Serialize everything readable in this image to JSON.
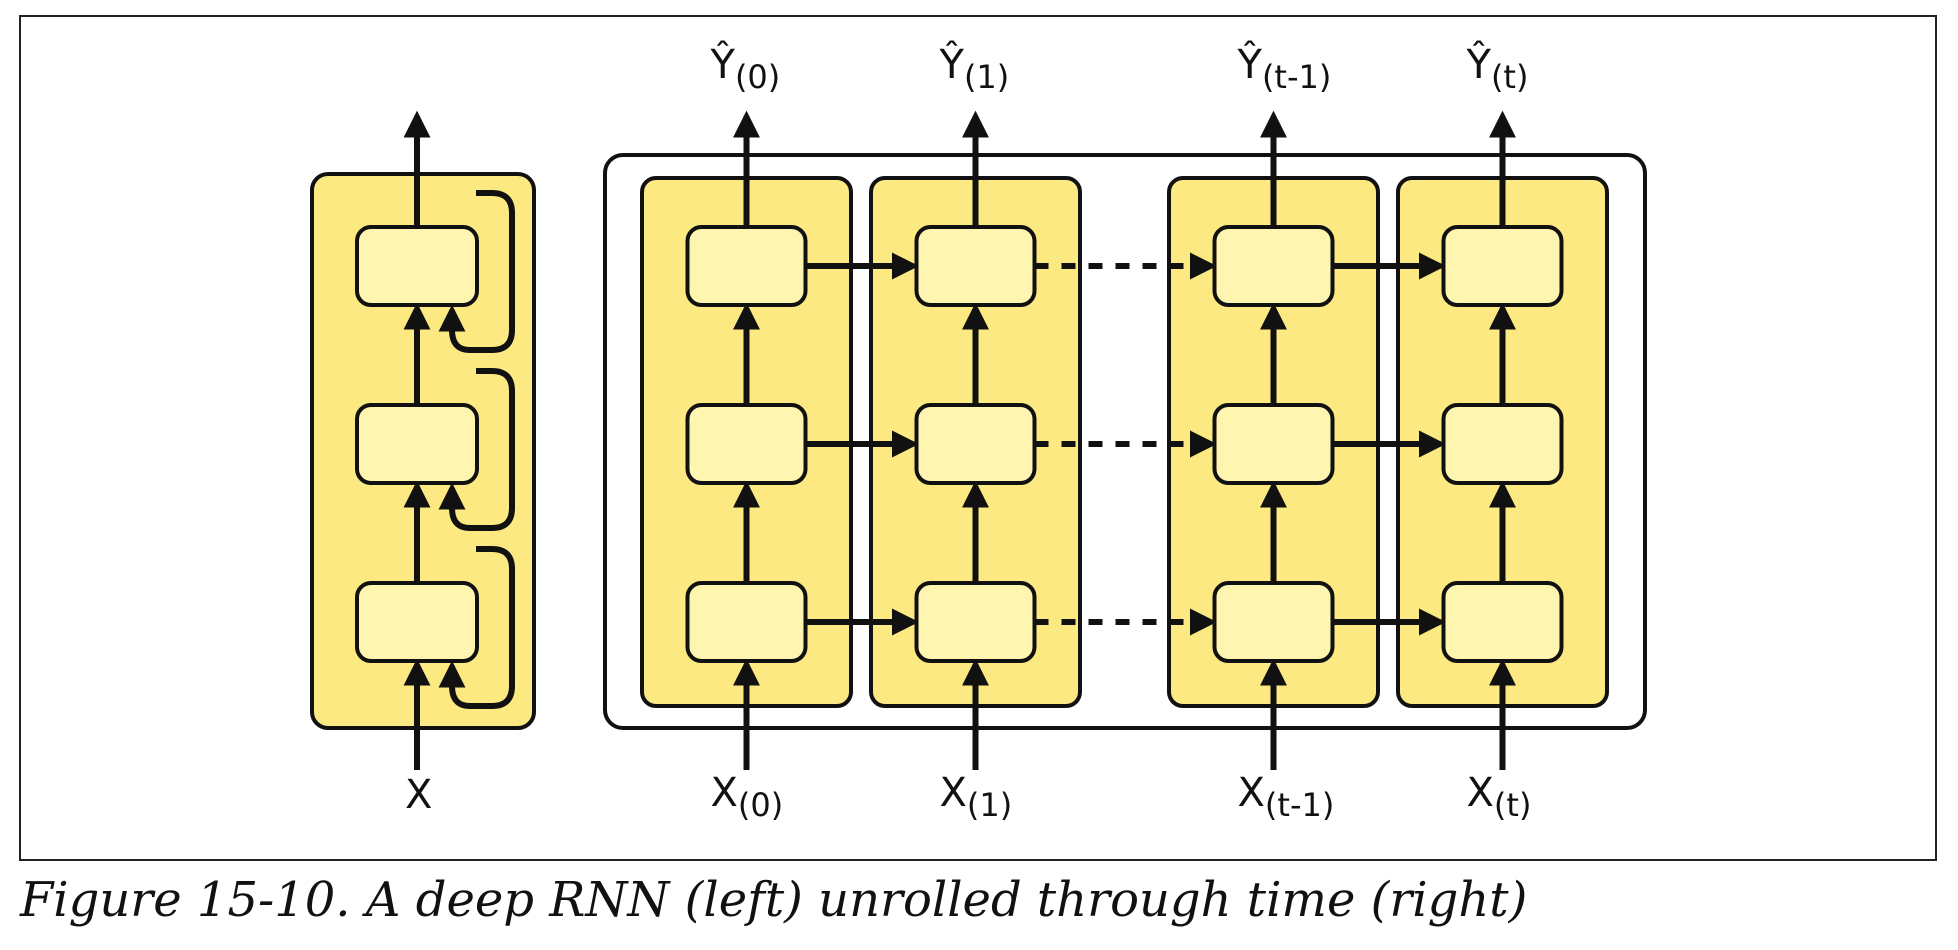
{
  "diagram": {
    "left_input_label": "X",
    "columns": [
      {
        "output_base": "Ŷ",
        "output_sub": "(0)",
        "input_base": "X",
        "input_sub": "(0)"
      },
      {
        "output_base": "Ŷ",
        "output_sub": "(1)",
        "input_base": "X",
        "input_sub": "(1)"
      },
      {
        "output_base": "Ŷ",
        "output_sub": "(t-1)",
        "input_base": "X",
        "input_sub": "(t-1)"
      },
      {
        "output_base": "Ŷ",
        "output_sub": "(t)",
        "input_base": "X",
        "input_sub": "(t)"
      }
    ],
    "layers": 3,
    "colors": {
      "panel_fill": "#FDE981",
      "cell_fill": "#FEF5B0",
      "stroke": "#111111"
    }
  },
  "caption": "Figure 15-10. A deep RNN (left) unrolled through time (right)"
}
